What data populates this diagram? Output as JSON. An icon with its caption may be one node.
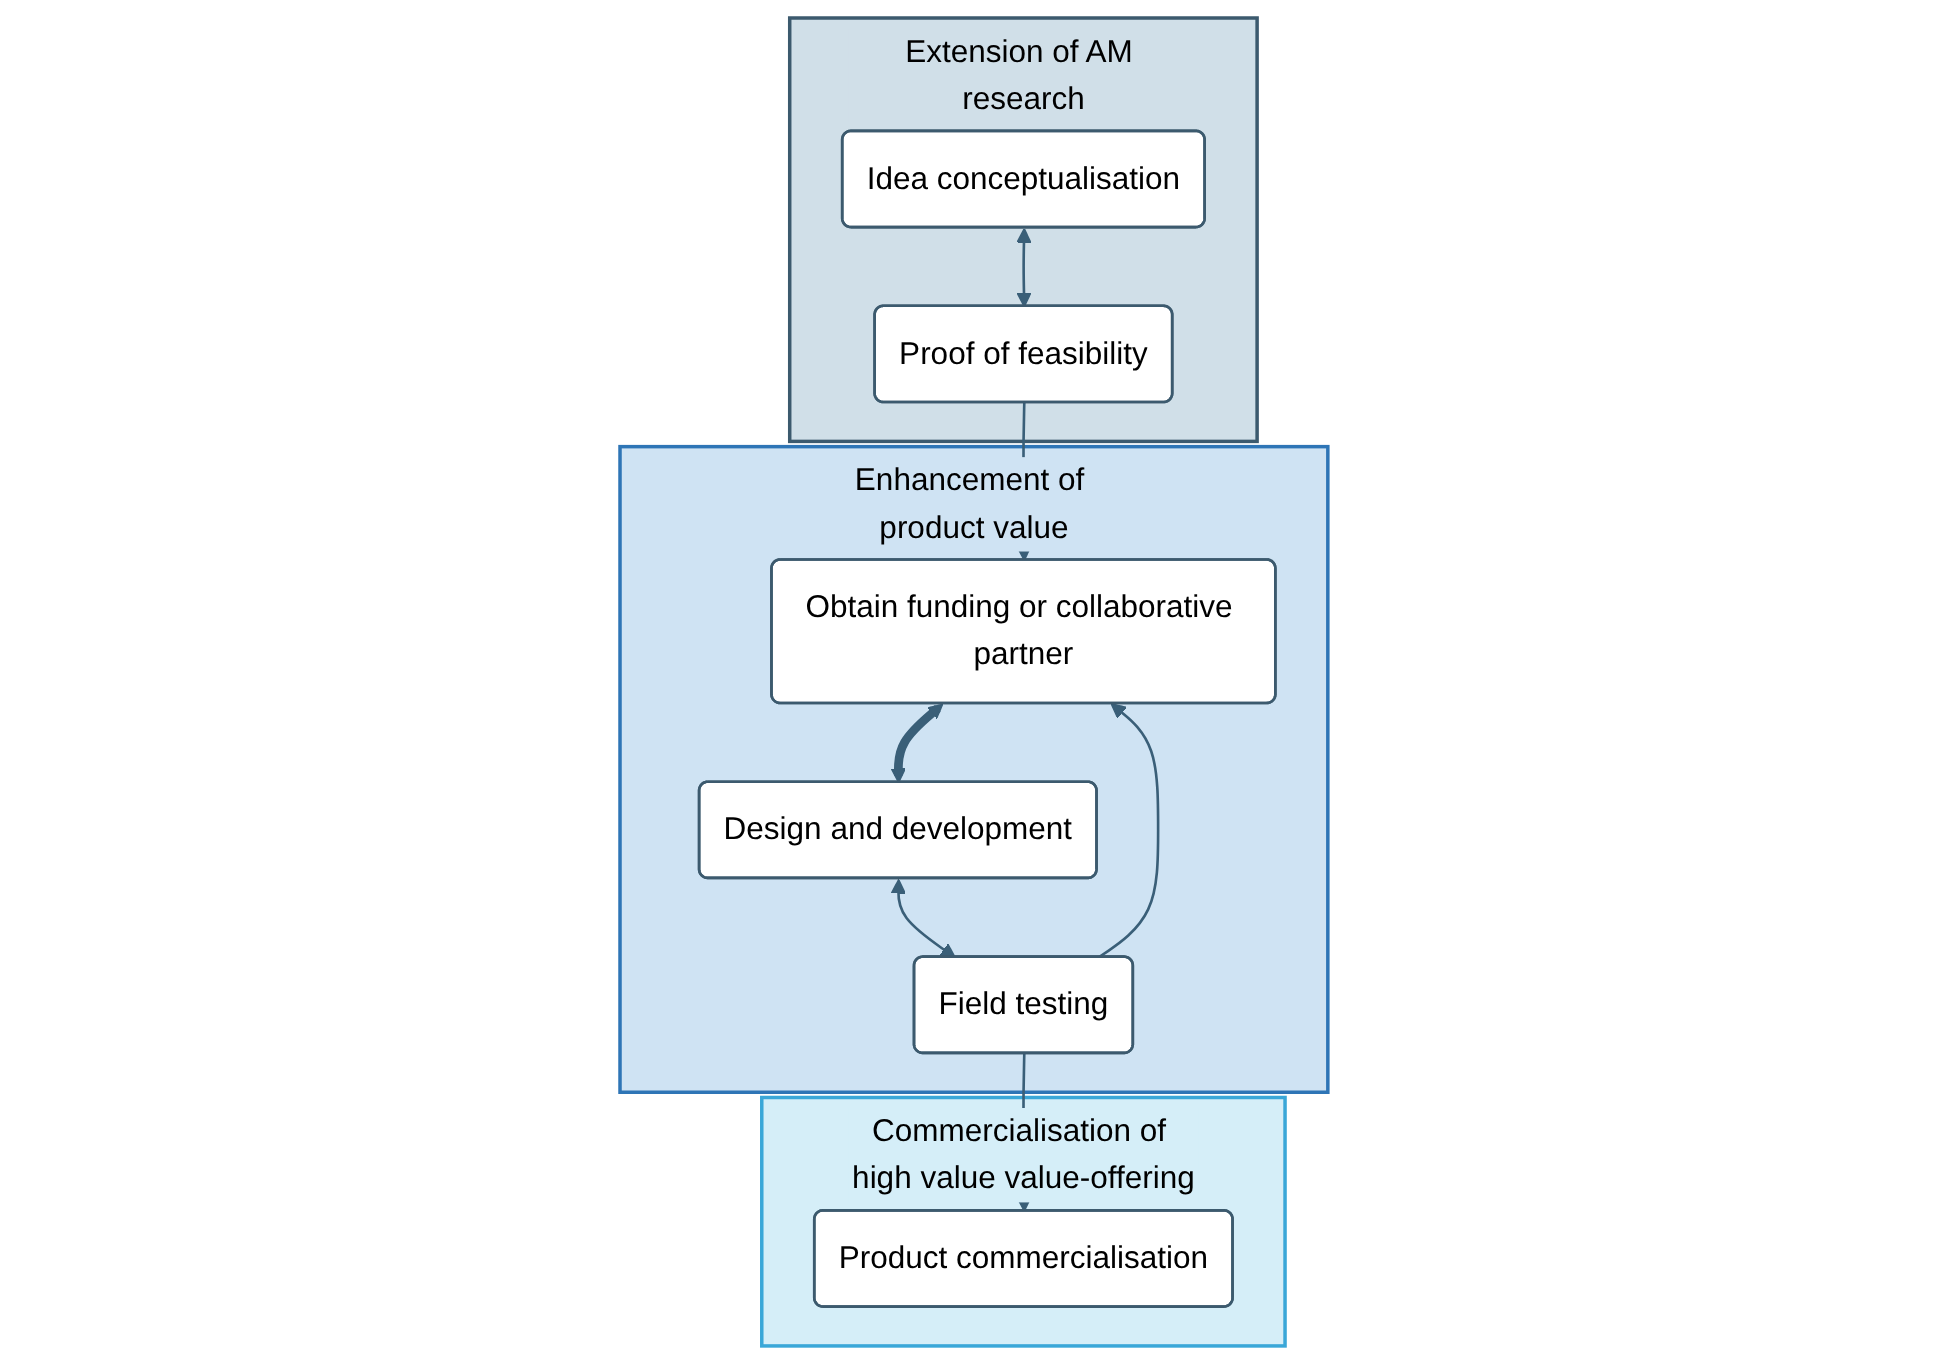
{
  "diagram": {
    "nodes": [
      {
        "text": [
          "Extension of AM research"
        ]
      },
      {
        "text": [
          "Idea conceptualisation"
        ],
        "in": 0
      },
      {
        "text": [
          "Proof of feasibility"
        ],
        "in": 0
      },
      {
        "text": [
          "Enhancement of product value"
        ]
      },
      {
        "text": [
          "Obtain funding or collaborative partner"
        ],
        "in": 3
      },
      {
        "text": [
          "Design and development"
        ],
        "in": 3
      },
      {
        "text": [
          "Field testing"
        ],
        "in": 3
      },
      {
        "text": [
          "Commercialisation of high value value-offering"
        ]
      },
      {
        "text": [
          "Product commercialisation"
        ],
        "in": 7
      }
    ],
    "edges": [
      {
        "from": 1,
        "to": 2,
        "arrow": "both"
      },
      {
        "from": 2,
        "to": 4,
        "arrow": "to"
      },
      {
        "from": 4,
        "to": 5,
        "arrow": "both",
        "style": "thick"
      },
      {
        "from": 5,
        "to": 6,
        "arrow": "both"
      },
      {
        "from": 6,
        "to": 4,
        "arrow": "to"
      },
      {
        "from": 6,
        "to": 8,
        "arrow": "to"
      }
    ]
  }
}
